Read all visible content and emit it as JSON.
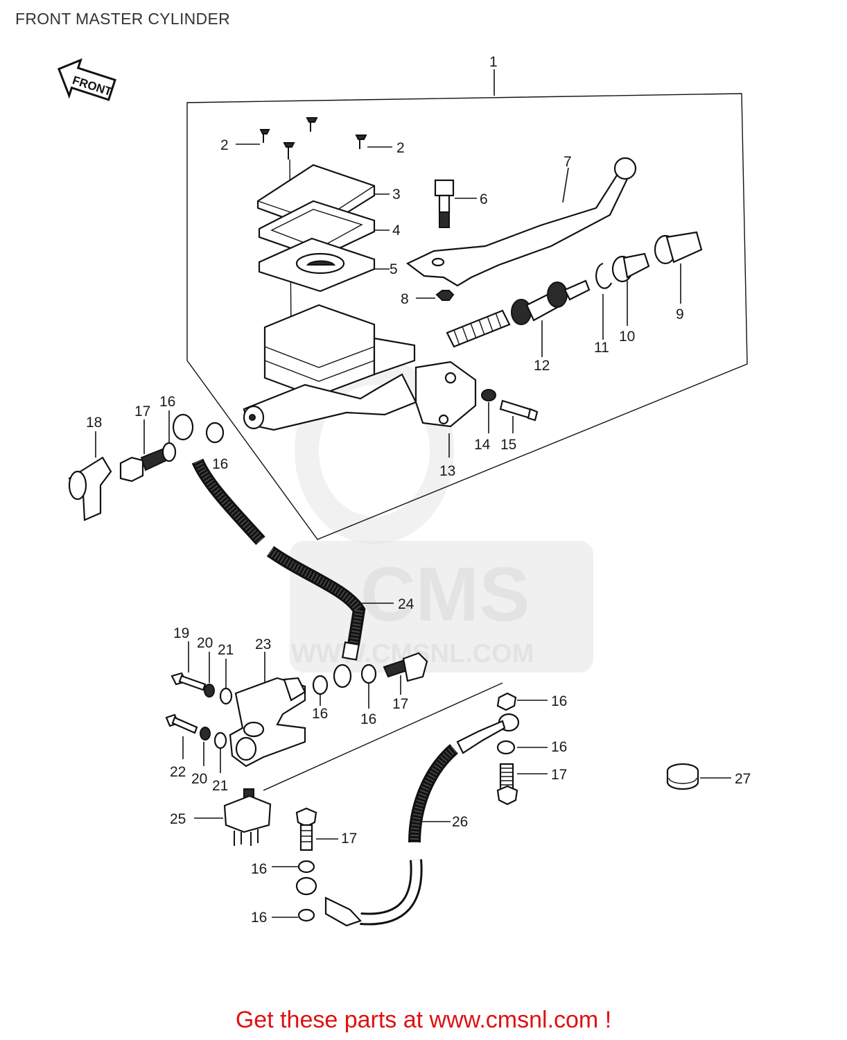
{
  "title": "FRONT MASTER CYLINDER",
  "footer_text": "Get these parts at www.cmsnl.com !",
  "front_arrow_text": "FRONT",
  "watermark": {
    "text": "CMS",
    "url": "WWW.CMSNL.COM"
  },
  "callouts": [
    "1",
    "2",
    "2",
    "3",
    "4",
    "5",
    "6",
    "7",
    "8",
    "9",
    "10",
    "11",
    "12",
    "13",
    "14",
    "15",
    "16",
    "16",
    "16",
    "16",
    "16",
    "16",
    "16",
    "16",
    "17",
    "17",
    "17",
    "17",
    "18",
    "19",
    "20",
    "20",
    "21",
    "21",
    "22",
    "23",
    "24",
    "25",
    "26",
    "27"
  ],
  "colors": {
    "footer": "#e01010",
    "title": "#333333",
    "line": "#111111",
    "watermark": "#e3e3e3"
  }
}
